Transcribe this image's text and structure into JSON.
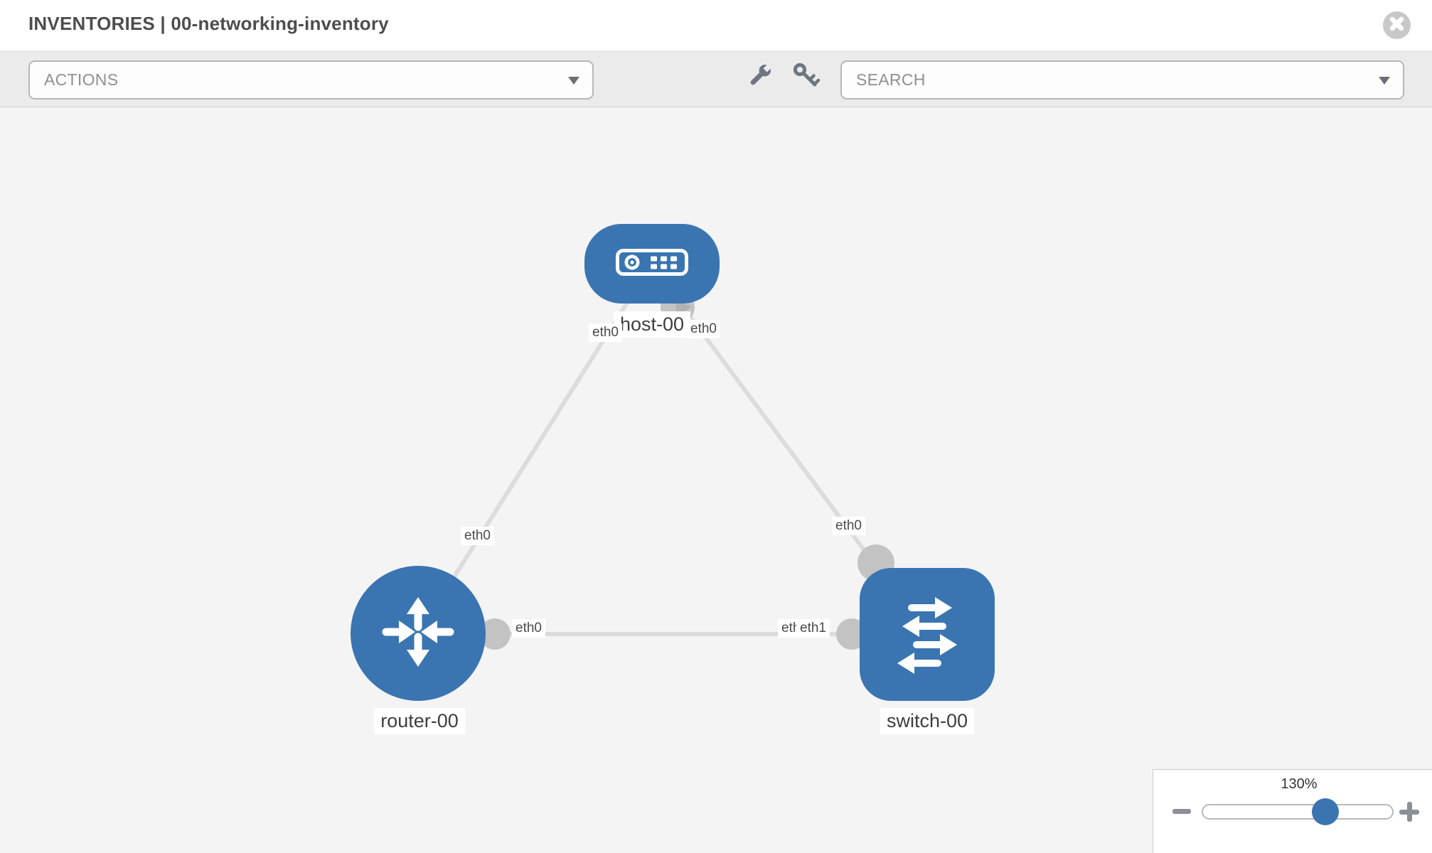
{
  "header": {
    "section": "INVENTORIES",
    "separator": " | ",
    "inventory_name": "00-networking-inventory"
  },
  "toolbar": {
    "actions_placeholder": "ACTIONS",
    "search_placeholder": "SEARCH"
  },
  "topology": {
    "nodes": [
      {
        "id": "host-00",
        "label": "host-00",
        "type": "host"
      },
      {
        "id": "router-00",
        "label": "router-00",
        "type": "router"
      },
      {
        "id": "switch-00",
        "label": "switch-00",
        "type": "switch"
      }
    ],
    "links": [
      {
        "source": "host-00",
        "source_interface": "eth0",
        "target": "router-00",
        "target_interface": "eth0"
      },
      {
        "source": "host-00",
        "source_interface": "eth0",
        "target": "switch-00",
        "target_interface": "eth0"
      },
      {
        "source": "router-00",
        "source_interface": "eth0",
        "target": "switch-00",
        "target_interface": "eth1",
        "target_overlapped_interface": "eth0"
      }
    ]
  },
  "zoom": {
    "level": "130%"
  },
  "icons": {
    "close": "circle-x",
    "actions_caret": "triangle-down",
    "search_caret": "triangle-down",
    "wrench": "wrench",
    "key": "key",
    "zoom_out": "minus",
    "zoom_in": "plus",
    "host": "server-glyph",
    "router": "four-arrows-cross",
    "switch": "four-arrows-exchange"
  },
  "colors": {
    "node_blue": "#3a75b1",
    "link_gray": "#dcdcdc",
    "interface_dot_gray": "#c3c3c3",
    "canvas_bg": "#f4f4f4",
    "toolbar_bg": "#ebebeb",
    "icon_gray": "#6e7681"
  }
}
